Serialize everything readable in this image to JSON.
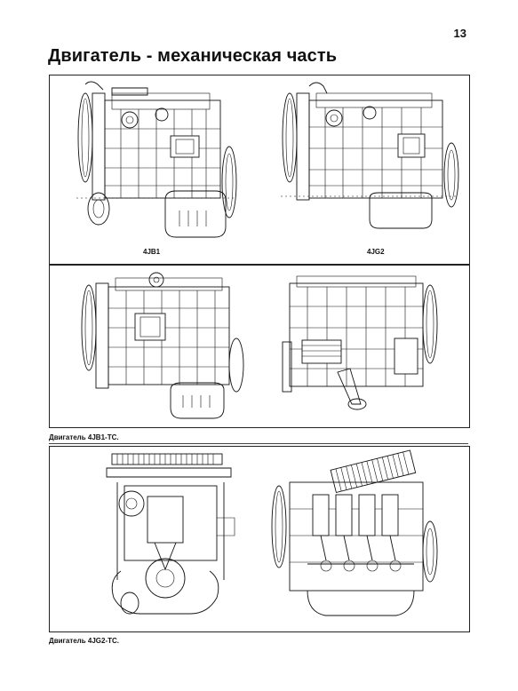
{
  "page": {
    "number": "13",
    "title": "Двигатель - механическая часть"
  },
  "panels": [
    {
      "labels": [
        "4JB1",
        "4JG2"
      ]
    },
    {
      "caption": "Двигатель 4JB1-TC."
    },
    {
      "caption": "Двигатель 4JG2-TC."
    }
  ]
}
